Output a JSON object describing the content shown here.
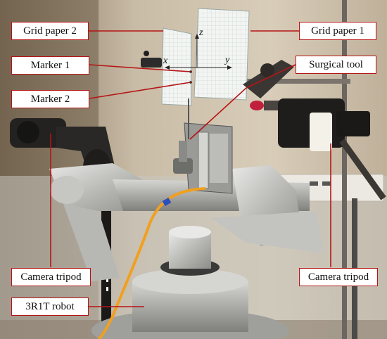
{
  "labels": {
    "grid_paper_2": "Grid paper 2",
    "grid_paper_1": "Grid paper 1",
    "marker_1": "Marker 1",
    "marker_2": "Marker 2",
    "surgical_tool": "Surgical tool",
    "camera_tripod_left": "Camera tripod",
    "camera_tripod_right": "Camera tripod",
    "robot": "3R1T robot"
  },
  "axes": {
    "z": "z",
    "x": "x",
    "y": "y"
  },
  "colors": {
    "callout_line": "#b51515",
    "fiber_cable": "#f0a020"
  }
}
